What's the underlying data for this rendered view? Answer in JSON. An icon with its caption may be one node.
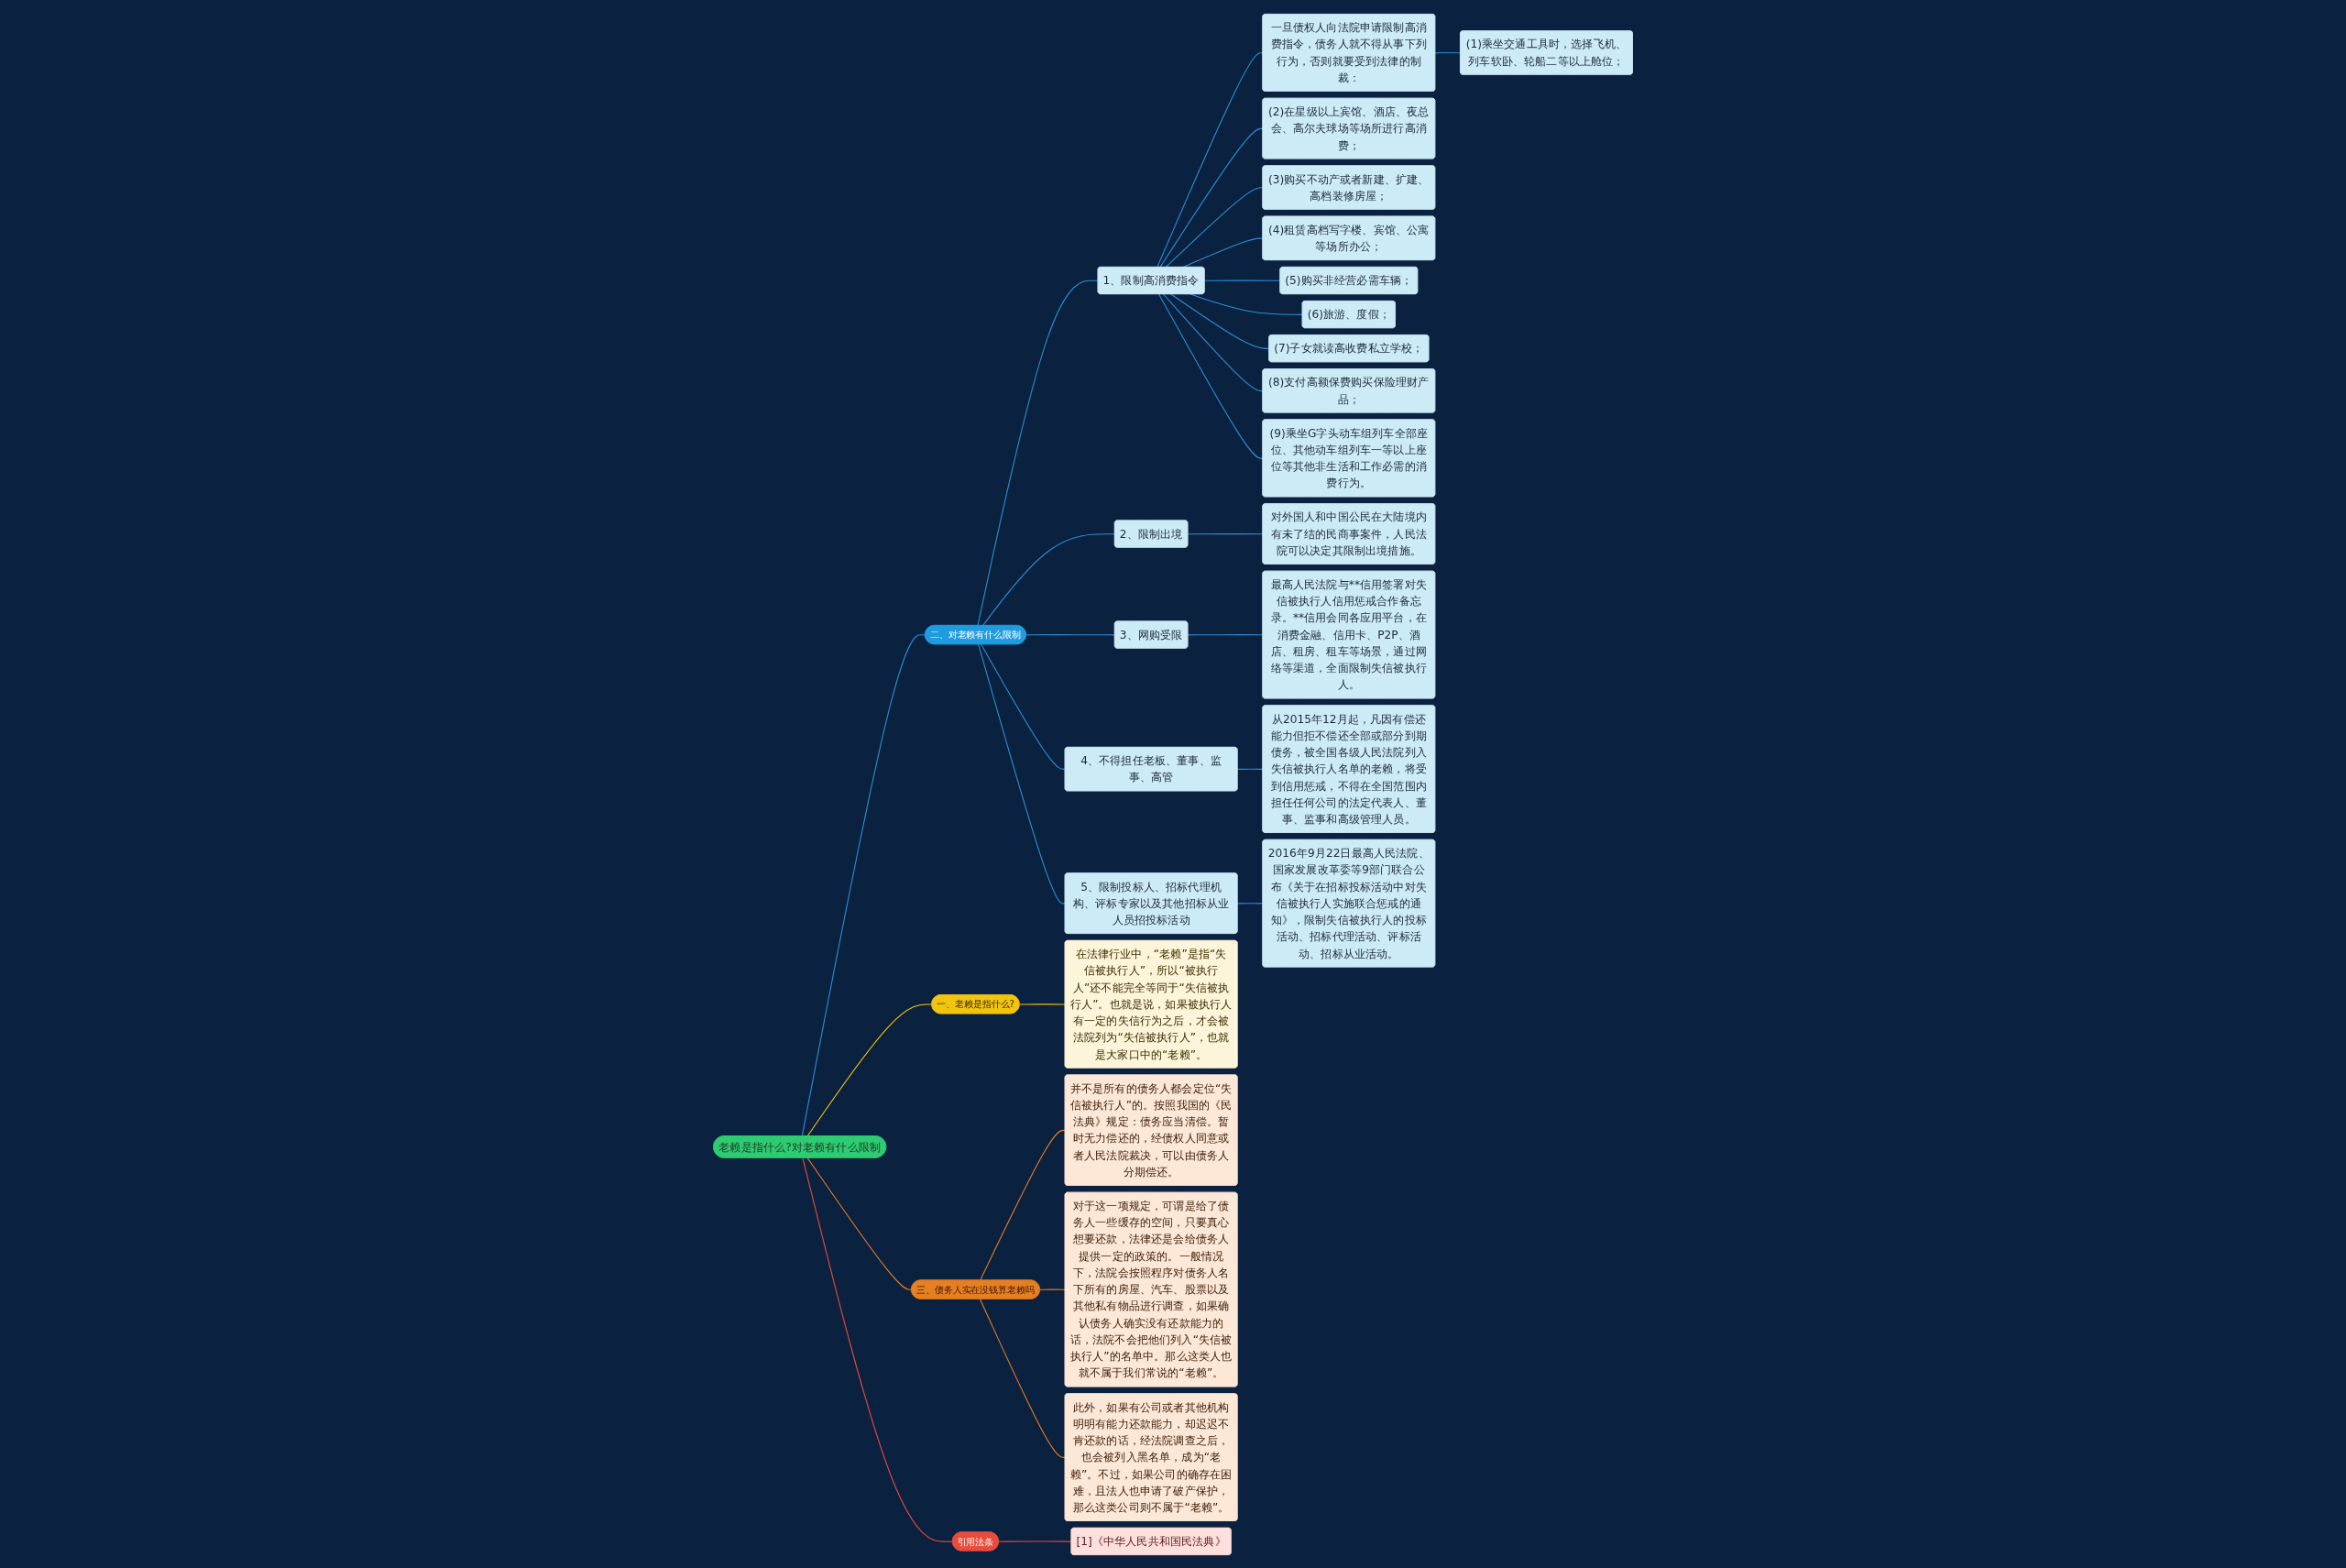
{
  "diagram": {
    "nodes": [
      {
        "text": [
          "老赖是指什么?对老赖有什么限制"
        ]
      },
      {
        "text": [
          "二、对老赖有什么限制"
        ]
      },
      {
        "text": [
          "1、限制高消费指令"
        ]
      },
      {
        "text": [
          "一旦债权人向法院申请限制高消费指令，债务人就不得从事下列行为，否则就要受到法律的制裁："
        ]
      },
      {
        "text": [
          "(1)乘坐交通工具时，选择飞机、列车软卧、轮船二等以上舱位；"
        ]
      },
      {
        "text": [
          "(2)在星级以上宾馆、酒店、夜总会、高尔夫球场等场所进行高消费；"
        ]
      },
      {
        "text": [
          "(3)购买不动产或者新建、扩建、高档装修房屋；"
        ]
      },
      {
        "text": [
          "(4)租赁高档写字楼、宾馆、公寓等场所办公；"
        ]
      },
      {
        "text": [
          "(5)购买非经营必需车辆；"
        ]
      },
      {
        "text": [
          "(6)旅游、度假；"
        ]
      },
      {
        "text": [
          "(7)子女就读高收费私立学校；"
        ]
      },
      {
        "text": [
          "(8)支付高额保费购买保险理财产品；"
        ]
      },
      {
        "text": [
          "(9)乘坐G字头动车组列车全部座位、其他动车组列车一等以上座位等其他非生活和工作必需的消费行为。"
        ]
      },
      {
        "text": [
          "2、限制出境"
        ]
      },
      {
        "text": [
          "对外国人和中国公民在大陆境内有未了结的民商事案件，人民法院可以决定其限制出境措施。"
        ]
      },
      {
        "text": [
          "3、网购受限"
        ]
      },
      {
        "text": [
          "最高人民法院与**信用签署对失信被执行人信用惩戒合作备忘录。**信用会同各应用平台，在消费金融、信用卡、P2P、酒店、租房、租车等场景，通过网络等渠道，全面限制失信被执行人。"
        ]
      },
      {
        "text": [
          "4、不得担任老板、董事、监事、高管"
        ]
      },
      {
        "text": [
          "从2015年12月起，凡因有偿还能力但拒不偿还全部或部分到期债务，被全国各级人民法院列入失信被执行人名单的老赖，将受到信用惩戒，不得在全国范围内担任任何公司的法定代表人、董事、监事和高级管理人员。"
        ]
      },
      {
        "text": [
          "5、限制投标人、招标代理机构、评标专家以及其他招标从业人员招投标活动"
        ]
      },
      {
        "text": [
          "2016年9月22日最高人民法院、国家发展改革委等9部门联合公布《关于在招标投标活动中对失信被执行人实施联合惩戒的通知》，限制失信被执行人的投标活动、招标代理活动、评标活动、招标从业活动。"
        ]
      },
      {
        "text": [
          "一、老赖是指什么?"
        ]
      },
      {
        "text": [
          "在法律行业中，“老赖”是指“失信被执行人”，所以“被执行人”还不能完全等同于“失信被执行人”。也就是说，如果被执行人有一定的失信行为之后，才会被法院列为“失信被执行人”，也就是大家口中的“老赖”。"
        ]
      },
      {
        "text": [
          "三、债务人实在没钱算老赖吗"
        ]
      },
      {
        "text": [
          "并不是所有的债务人都会定位“失信被执行人”的。按照我国的《民法典》规定：债务应当清偿。暂时无力偿还的，经债权人同意或者人民法院裁决，可以由债务人分期偿还。"
        ]
      },
      {
        "text": [
          "对于这一项规定，可谓是给了债务人一些缓存的空间，只要真心想要还款，法律还是会给债务人提供一定的政策的。一般情况下，法院会按照程序对债务人名下所有的房屋、汽车、股票以及其他私有物品进行调查，如果确认债务人确实没有还款能力的话，法院不会把他们列入“失信被执行人”的名单中。那么这类人也就不属于我们常说的“老赖”。"
        ]
      },
      {
        "text": [
          "此外，如果有公司或者其他机构明明有能力还款能力，却迟迟不肯还款的话，经法院调查之后，也会被列入黑名单，成为“老赖”。不过，如果公司的确存在困难，且法人也申请了破产保护，那么这类公司则不属于“老赖”。"
        ]
      },
      {
        "text": [
          "引用法条"
        ]
      },
      {
        "text": [
          "[1]《中华人民共和国民法典》"
        ]
      }
    ],
    "edges": [
      {
        "from": 0,
        "to": 1,
        "arrow": "none"
      },
      {
        "from": 1,
        "to": 2,
        "arrow": "none"
      },
      {
        "from": 2,
        "to": 3,
        "arrow": "none"
      },
      {
        "from": 3,
        "to": 4,
        "arrow": "none"
      },
      {
        "from": 2,
        "to": 5,
        "arrow": "none"
      },
      {
        "from": 2,
        "to": 6,
        "arrow": "none"
      },
      {
        "from": 2,
        "to": 7,
        "arrow": "none"
      },
      {
        "from": 2,
        "to": 8,
        "arrow": "none"
      },
      {
        "from": 2,
        "to": 9,
        "arrow": "none"
      },
      {
        "from": 2,
        "to": 10,
        "arrow": "none"
      },
      {
        "from": 2,
        "to": 11,
        "arrow": "none"
      },
      {
        "from": 2,
        "to": 12,
        "arrow": "none"
      },
      {
        "from": 1,
        "to": 13,
        "arrow": "none"
      },
      {
        "from": 13,
        "to": 14,
        "arrow": "none"
      },
      {
        "from": 1,
        "to": 15,
        "arrow": "none"
      },
      {
        "from": 15,
        "to": 16,
        "arrow": "none"
      },
      {
        "from": 1,
        "to": 17,
        "arrow": "none"
      },
      {
        "from": 17,
        "to": 18,
        "arrow": "none"
      },
      {
        "from": 1,
        "to": 19,
        "arrow": "none"
      },
      {
        "from": 19,
        "to": 20,
        "arrow": "none"
      },
      {
        "from": 0,
        "to": 21,
        "arrow": "none",
        "color": "#f1c40f"
      },
      {
        "from": 21,
        "to": 22,
        "arrow": "none",
        "color": "#f1c40f"
      },
      {
        "from": 0,
        "to": 23,
        "arrow": "none",
        "color": "#e67e22"
      },
      {
        "from": 23,
        "to": 24,
        "arrow": "none",
        "color": "#e67e22"
      },
      {
        "from": 23,
        "to": 25,
        "arrow": "none",
        "color": "#e67e22"
      },
      {
        "from": 23,
        "to": 26,
        "arrow": "none",
        "color": "#e67e22"
      },
      {
        "from": 0,
        "to": 27,
        "arrow": "none",
        "color": "#e74c3c"
      },
      {
        "from": 27,
        "to": 28,
        "arrow": "none",
        "color": "#e74c3c"
      }
    ]
  }
}
